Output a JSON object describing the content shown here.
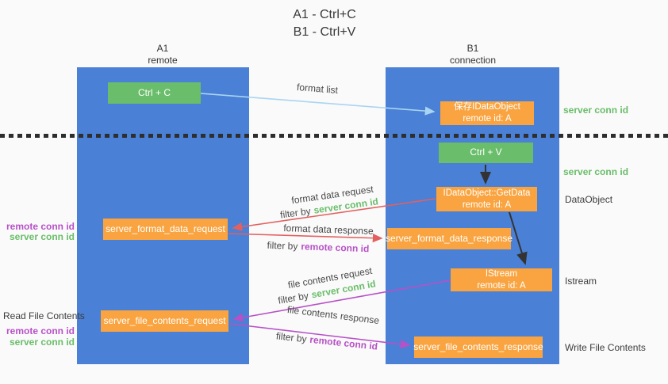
{
  "title": {
    "line1": "A1 - Ctrl+C",
    "line2": "B1 - Ctrl+V"
  },
  "lanes": {
    "a1": {
      "name": "A1",
      "subtitle": "remote"
    },
    "b1": {
      "name": "B1",
      "subtitle": "connection"
    }
  },
  "nodes": {
    "ctrl_c": {
      "label": "Ctrl + C"
    },
    "save_dataobject": {
      "line1": "保存IDataObject",
      "line2": "remote id: A"
    },
    "ctrl_v": {
      "label": "Ctrl + V"
    },
    "getdata": {
      "line1": "IDataObject::GetData",
      "line2": "remote id: A"
    },
    "format_request": {
      "label": "server_format_data_request"
    },
    "format_response": {
      "label": "server_format_data_response"
    },
    "istream": {
      "line1": "IStream",
      "line2": "remote id: A"
    },
    "file_request": {
      "label": "server_file_contents_request"
    },
    "file_response": {
      "label": "server_file_contents_response"
    }
  },
  "arrow_labels": {
    "format_list": "format list",
    "format_data_request": "format data request",
    "format_data_response": "format data response",
    "file_contents_request": "file contents request",
    "file_contents_response": "file contents response",
    "filter_by": "filter by",
    "server_conn_id": "server conn id",
    "remote_conn_id": "remote conn id"
  },
  "annotations": {
    "right": {
      "server_conn_id_1": "server conn id",
      "server_conn_id_2": "server conn id",
      "dataobject": "DataObject",
      "istream": "Istream",
      "write_file_contents": "Write File Contents"
    },
    "left": {
      "remote_conn_id_1": "remote conn id",
      "server_conn_id_1": "server conn id",
      "read_file_contents": "Read File Contents",
      "remote_conn_id_2": "remote conn id",
      "server_conn_id_2": "server conn id"
    }
  },
  "colors": {
    "background": "#fafafa",
    "lane_blue": "#4a80d5",
    "node_green": "#6abd6a",
    "node_orange": "#f9a440",
    "arrow_red": "#e26060",
    "arrow_magenta": "#b751c7",
    "arrow_lightblue": "#a9d5f2",
    "arrow_black": "#333333",
    "conn_green_text": "#6abd6a",
    "conn_purple_text": "#b751c7"
  }
}
